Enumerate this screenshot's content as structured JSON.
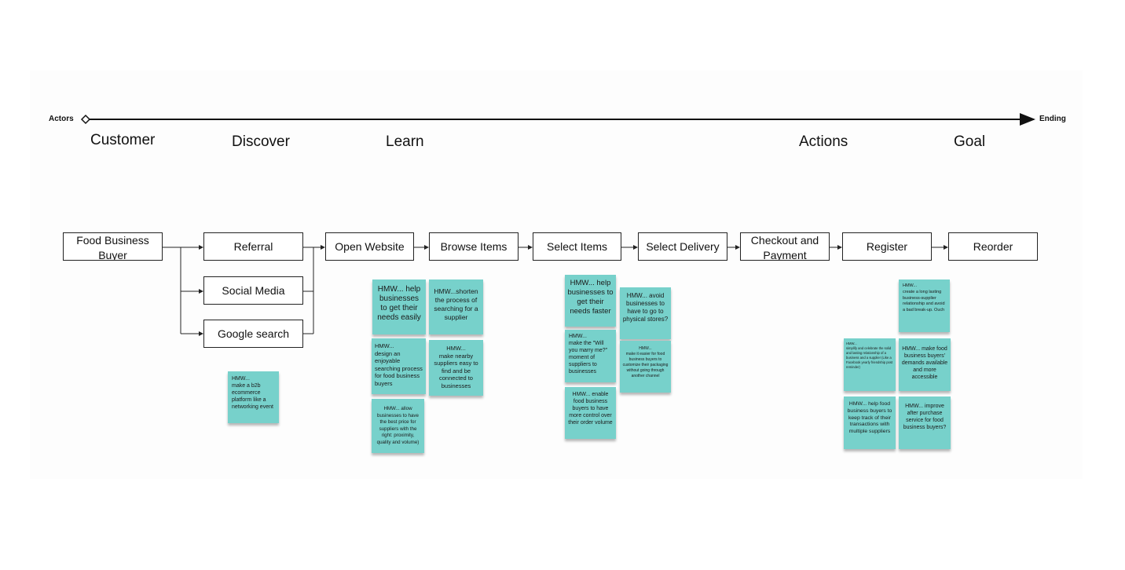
{
  "timeline": {
    "start_label": "Actors",
    "end_label": "Ending"
  },
  "phases": [
    "Customer",
    "Discover",
    "Learn",
    "Actions",
    "Goal"
  ],
  "steps": [
    "Food Business\nBuyer",
    "Referral",
    "Social Media",
    "Google search",
    "Open Website",
    "Browse Items",
    "Select Items",
    "Select Delivery",
    "Checkout and\nPayment",
    "Register",
    "Reorder"
  ],
  "notes": {
    "n1": "HMW...\nmake a b2b ecommerce platform like a networking event",
    "n2": "HMW... help businesses to get their needs easily",
    "n3": "HMW...shorten the process of searching for a supplier",
    "n4": "HMW...\ndesign an enjoyable searching process for food business buyers",
    "n5": "HMW...\nmake nearby suppliers easy to find and  be connected to businesses",
    "n6": "HMW... allow businesses to have the best price for suppliers with the right: proximity, quality and volume)",
    "n7": "HMW... help businesses to get their needs faster",
    "n8": "HMW... avoid businesses to have to go to physical stores?",
    "n9": "HMW...\nmake the \"Will you marry me?\" moment of suppliers to businesses",
    "n10": "HMW...\nmake it easier for food business buyers to customize their packaging without going through another channel",
    "n11": "HMW... enable food business buyers to have more control over their order volume",
    "n12": "HMW...\ncreate a long lasting business-supplier relationship and avoid a bad break-up. Ouch",
    "n13": "HMW...\nsimplify and celebrate the solid and lasting relationship of a business and a supplier (Like a Facebook yearly friendship post reminder)",
    "n14": "HMW... make food business buyers' demands available and more accessible",
    "n15": "HMW... help food business buyers to keep track of their transactions with multiple suppliers",
    "n16": "HMW... improve after purchase service for food business buyers?"
  },
  "colors": {
    "sticky": "#77d1cb",
    "line": "#111111"
  }
}
